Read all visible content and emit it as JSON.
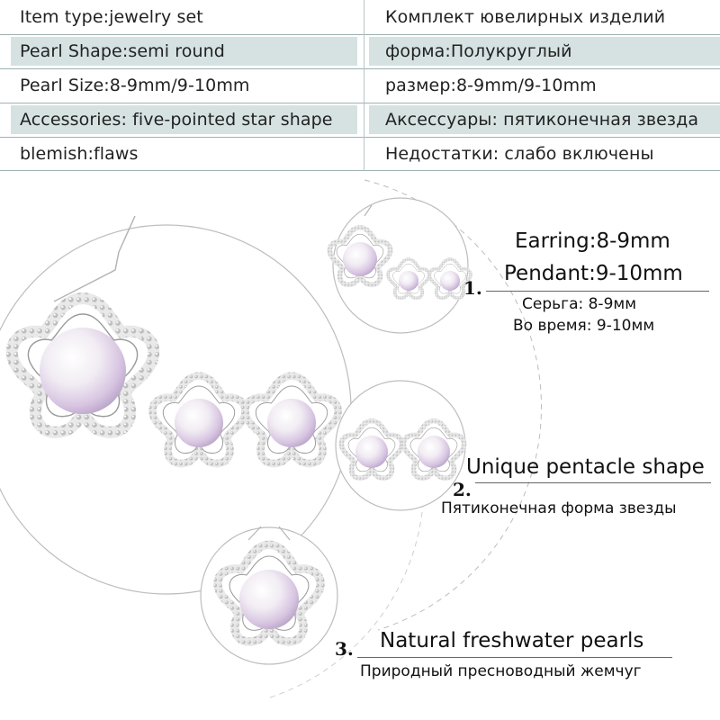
{
  "specs": {
    "rows": [
      {
        "en": "Item type:jewelry set",
        "ru": "Комплект ювелирных изделий"
      },
      {
        "en": "Pearl Shape:semi round",
        "ru": "форма:Полукруглый"
      },
      {
        "en": "Pearl Size:8-9mm/9-10mm",
        "ru": "размер:8-9mm/9-10mm"
      },
      {
        "en": "Accessories: five-pointed star shape",
        "ru": "Аксессуары: пятиконечная звезда"
      },
      {
        "en": "blemish:flaws",
        "ru": "Недостатки: слабо включены"
      }
    ]
  },
  "features": [
    {
      "number": "1.",
      "title_line1": "Earring:8-9mm",
      "title_line2": "Pendant:9-10mm",
      "ru_line1": "Серьга: 8-9мм",
      "ru_line2": "Во время: 9-10мм"
    },
    {
      "number": "2.",
      "title": "Unique pentacle shape",
      "ru": "Пятиконечная форма звезды"
    },
    {
      "number": "3.",
      "title": "Natural freshwater pearls",
      "ru": "Природный пресноводный жемчуг"
    }
  ],
  "colors": {
    "row_shade": "#d6e2e2",
    "pearl": "#f3eef4",
    "pearl_tint": "#d9c6e3",
    "metal": "#9a9a9a"
  }
}
